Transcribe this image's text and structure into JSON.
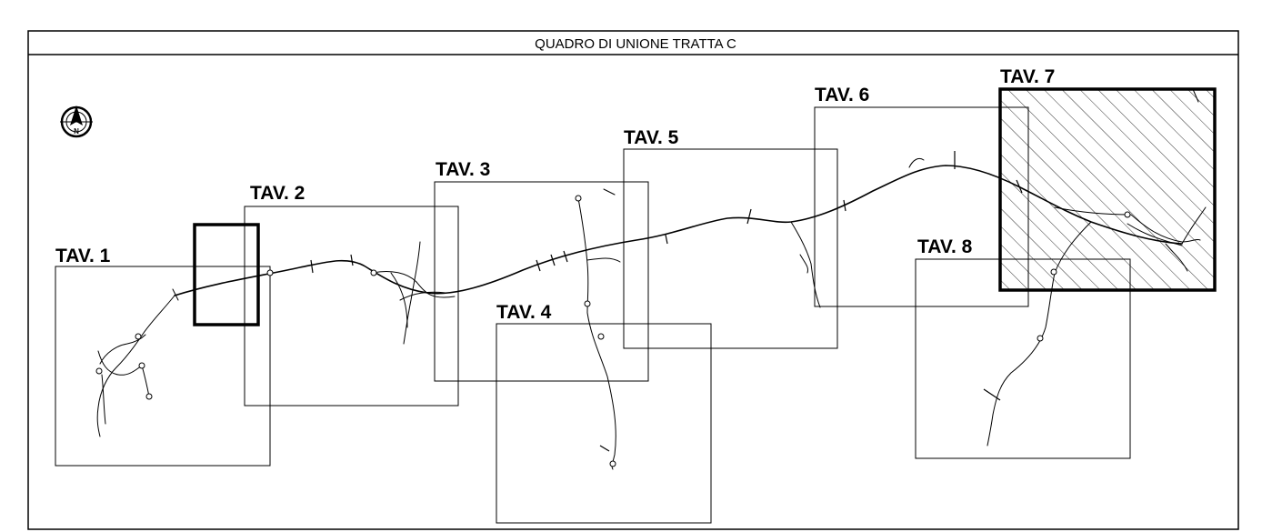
{
  "title": "QUADRO DI UNIONE TRATTA C",
  "north_arrow": {
    "icon": "north-arrow-icon",
    "letter": "N"
  },
  "sheets": [
    {
      "id": "tav-1",
      "label": "TAV. 1",
      "highlighted": false
    },
    {
      "id": "tav-2",
      "label": "TAV. 2",
      "highlighted": false
    },
    {
      "id": "tav-3",
      "label": "TAV. 3",
      "highlighted": false
    },
    {
      "id": "tav-4",
      "label": "TAV. 4",
      "highlighted": false
    },
    {
      "id": "tav-5",
      "label": "TAV. 5",
      "highlighted": false
    },
    {
      "id": "tav-6",
      "label": "TAV. 6",
      "highlighted": false
    },
    {
      "id": "tav-7",
      "label": "TAV. 7",
      "highlighted": true
    },
    {
      "id": "tav-8",
      "label": "TAV. 8",
      "highlighted": false
    }
  ],
  "colors": {
    "line": "#000000",
    "background": "#ffffff"
  }
}
